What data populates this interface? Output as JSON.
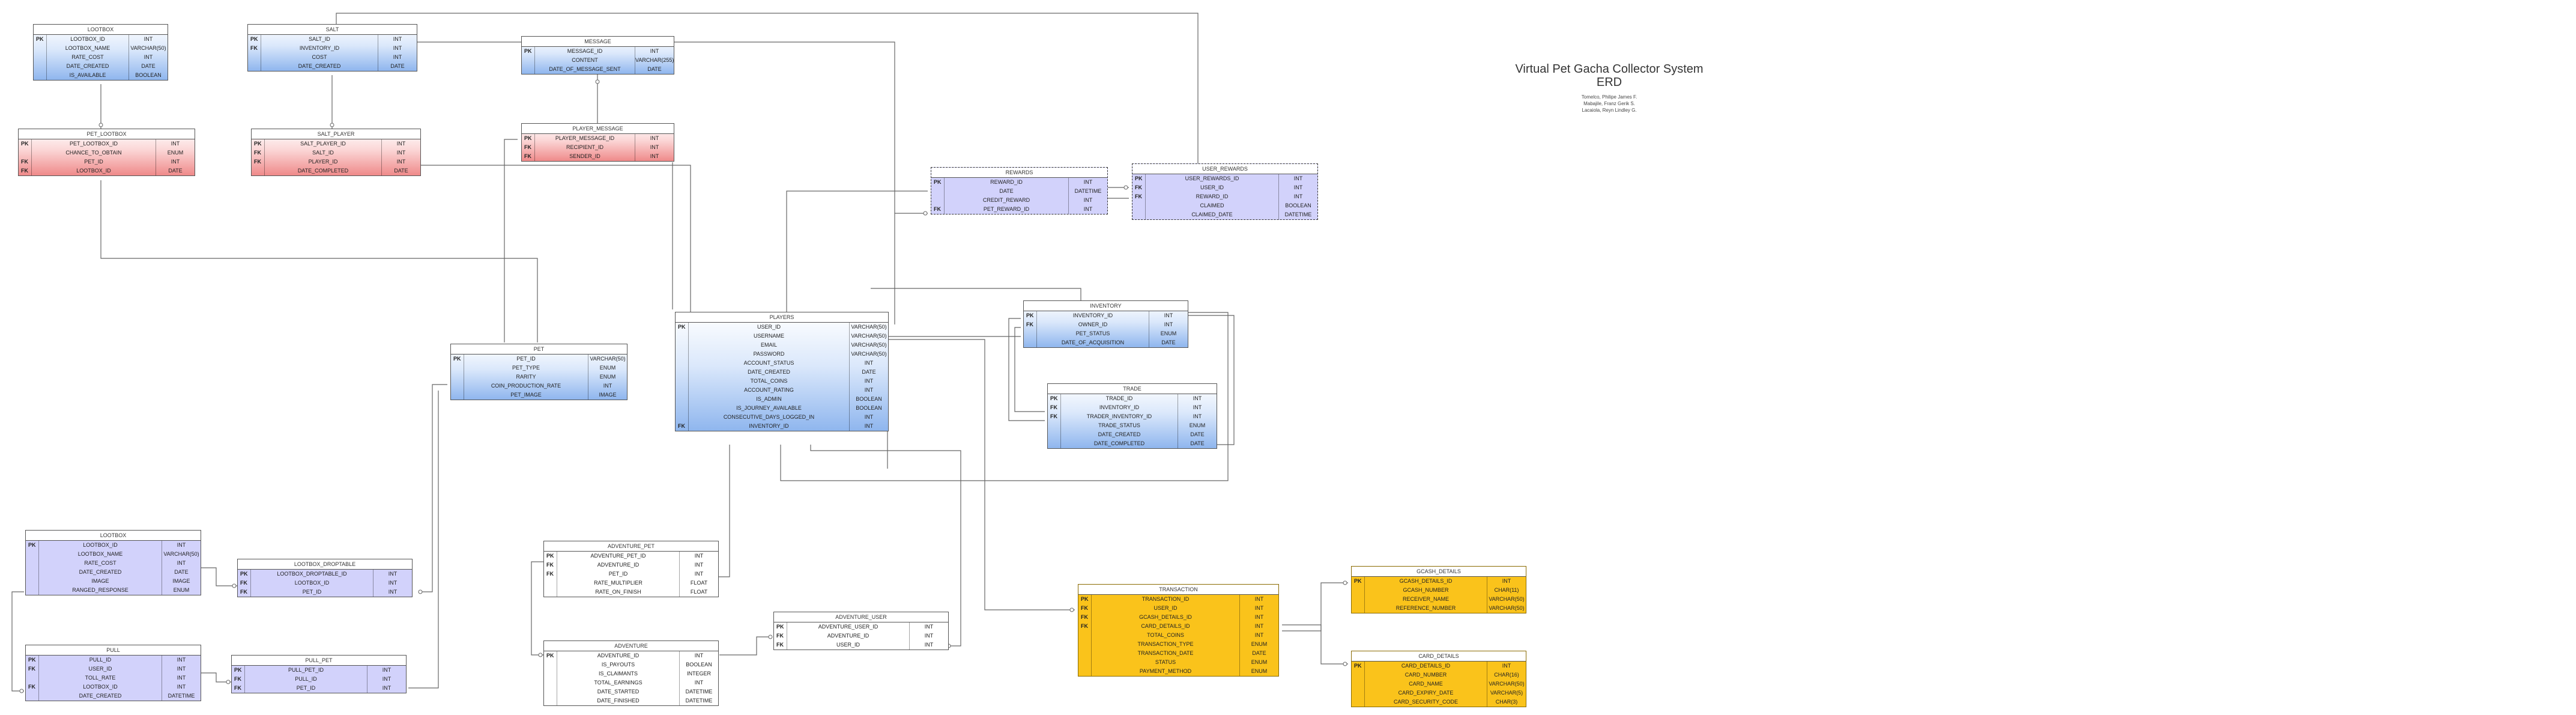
{
  "title": {
    "line1": "Virtual Pet Gacha Collector System",
    "line2": "ERD",
    "submitters": [
      "Tomelco, Philipe James F.",
      "Mabajile, Franz Gerik S.",
      "Lacaiola, Reyn Lindley G."
    ]
  },
  "entities": {
    "lootbox_top": {
      "name": "LOOTBOX",
      "rows": [
        [
          "PK",
          "LOOTBOX_ID",
          "INT"
        ],
        [
          "",
          "LOOTBOX_NAME",
          "VARCHAR(50)"
        ],
        [
          "",
          "RATE_COST",
          "INT"
        ],
        [
          "",
          "DATE_CREATED",
          "DATE"
        ],
        [
          "",
          "IS_AVAILABLE",
          "BOOLEAN"
        ]
      ]
    },
    "salt": {
      "name": "SALT",
      "rows": [
        [
          "PK",
          "SALT_ID",
          "INT"
        ],
        [
          "FK",
          "INVENTORY_ID",
          "INT"
        ],
        [
          "",
          "COST",
          "INT"
        ],
        [
          "",
          "DATE_CREATED",
          "DATE"
        ]
      ]
    },
    "message": {
      "name": "MESSAGE",
      "rows": [
        [
          "PK",
          "MESSAGE_ID",
          "INT"
        ],
        [
          "",
          "CONTENT",
          "VARCHAR(255)"
        ],
        [
          "",
          "DATE_OF_MESSAGE_SENT",
          "DATE"
        ]
      ]
    },
    "pet_lootbox": {
      "name": "PET_LOOTBOX",
      "rows": [
        [
          "PK",
          "PET_LOOTBOX_ID",
          "INT"
        ],
        [
          "",
          "CHANCE_TO_OBTAIN",
          "ENUM"
        ],
        [
          "FK",
          "PET_ID",
          "INT"
        ],
        [
          "FK",
          "LOOTBOX_ID",
          "DATE"
        ]
      ]
    },
    "salt_player": {
      "name": "SALT_PLAYER",
      "rows": [
        [
          "PK",
          "SALT_PLAYER_ID",
          "INT"
        ],
        [
          "FK",
          "SALT_ID",
          "INT"
        ],
        [
          "FK",
          "PLAYER_ID",
          "INT"
        ],
        [
          "",
          "DATE_COMPLETED",
          "DATE"
        ]
      ]
    },
    "player_message": {
      "name": "PLAYER_MESSAGE",
      "rows": [
        [
          "PK",
          "PLAYER_MESSAGE_ID",
          "INT"
        ],
        [
          "FK",
          "RECIPIENT_ID",
          "INT"
        ],
        [
          "FK",
          "SENDER_ID",
          "INT"
        ]
      ]
    },
    "rewards": {
      "name": "REWARDS",
      "rows": [
        [
          "PK",
          "REWARD_ID",
          "INT"
        ],
        [
          "",
          "DATE",
          "DATETIME"
        ],
        [
          "",
          "CREDIT_REWARD",
          "INT"
        ],
        [
          "FK",
          "PET_REWARD_ID",
          "INT"
        ]
      ]
    },
    "user_rewards": {
      "name": "USER_REWARDS",
      "rows": [
        [
          "PK",
          "USER_REWARDS_ID",
          "INT"
        ],
        [
          "FK",
          "USER_ID",
          "INT"
        ],
        [
          "FK",
          "REWARD_ID",
          "INT"
        ],
        [
          "",
          "CLAIMED",
          "BOOLEAN"
        ],
        [
          "",
          "CLAIMED_DATE",
          "DATETIME"
        ]
      ]
    },
    "inventory": {
      "name": "INVENTORY",
      "rows": [
        [
          "PK",
          "INVENTORY_ID",
          "INT"
        ],
        [
          "FK",
          "OWNER_ID",
          "INT"
        ],
        [
          "",
          "PET_STATUS",
          "ENUM"
        ],
        [
          "",
          "DATE_OF_ACQUISITION",
          "DATE"
        ]
      ]
    },
    "trade": {
      "name": "TRADE",
      "rows": [
        [
          "PK",
          "TRADE_ID",
          "INT"
        ],
        [
          "FK",
          "INVENTORY_ID",
          "INT"
        ],
        [
          "FK",
          "TRADER_INVENTORY_ID",
          "INT"
        ],
        [
          "",
          "TRADE_STATUS",
          "ENUM"
        ],
        [
          "",
          "DATE_CREATED",
          "DATE"
        ],
        [
          "",
          "DATE_COMPLETED",
          "DATE"
        ]
      ]
    },
    "pet": {
      "name": "PET",
      "rows": [
        [
          "PK",
          "PET_ID",
          "VARCHAR(50)"
        ],
        [
          "",
          "PET_TYPE",
          "ENUM"
        ],
        [
          "",
          "RARITY",
          "ENUM"
        ],
        [
          "",
          "COIN_PRODUCTION_RATE",
          "INT"
        ],
        [
          "",
          "PET_IMAGE",
          "IMAGE"
        ]
      ]
    },
    "players": {
      "name": "PLAYERS",
      "rows": [
        [
          "PK",
          "USER_ID",
          "VARCHAR(50)"
        ],
        [
          "",
          "USERNAME",
          "VARCHAR(50)"
        ],
        [
          "",
          "EMAIL",
          "VARCHAR(50)"
        ],
        [
          "",
          "PASSWORD",
          "VARCHAR(50)"
        ],
        [
          "",
          "ACCOUNT_STATUS",
          "INT"
        ],
        [
          "",
          "DATE_CREATED",
          "DATE"
        ],
        [
          "",
          "TOTAL_COINS",
          "INT"
        ],
        [
          "",
          "ACCOUNT_RATING",
          "INT"
        ],
        [
          "",
          "IS_ADMIN",
          "BOOLEAN"
        ],
        [
          "",
          "IS_JOURNEY_AVAILABLE",
          "BOOLEAN"
        ],
        [
          "",
          "CONSECUTIVE_DAYS_LOGGED_IN",
          "INT"
        ],
        [
          "FK",
          "INVENTORY_ID",
          "INT"
        ]
      ]
    },
    "lootbox_low": {
      "name": "LOOTBOX",
      "rows": [
        [
          "PK",
          "LOOTBOX_ID",
          "INT"
        ],
        [
          "",
          "LOOTBOX_NAME",
          "VARCHAR(50)"
        ],
        [
          "",
          "RATE_COST",
          "INT"
        ],
        [
          "",
          "DATE_CREATED",
          "DATE"
        ],
        [
          "",
          "IMAGE",
          "IMAGE"
        ],
        [
          "",
          "RANGED_RESPONSE",
          "ENUM"
        ]
      ]
    },
    "lootbox_droptable": {
      "name": "LOOTBOX_DROPTABLE",
      "rows": [
        [
          "PK",
          "LOOTBOX_DROPTABLE_ID",
          "INT"
        ],
        [
          "FK",
          "LOOTBOX_ID",
          "INT"
        ],
        [
          "FK",
          "PET_ID",
          "INT"
        ]
      ]
    },
    "adventure_pet": {
      "name": "ADVENTURE_PET",
      "rows": [
        [
          "PK",
          "ADVENTURE_PET_ID",
          "INT"
        ],
        [
          "FK",
          "ADVENTURE_ID",
          "INT"
        ],
        [
          "FK",
          "PET_ID",
          "INT"
        ],
        [
          "",
          "RATE_MULTIPLIER",
          "FLOAT"
        ],
        [
          "",
          "RATE_ON_FINISH",
          "FLOAT"
        ]
      ]
    },
    "adventure_user": {
      "name": "ADVENTURE_USER",
      "rows": [
        [
          "PK",
          "ADVENTURE_USER_ID",
          "INT"
        ],
        [
          "FK",
          "ADVENTURE_ID",
          "INT"
        ],
        [
          "FK",
          "USER_ID",
          "INT"
        ]
      ]
    },
    "pull": {
      "name": "PULL",
      "rows": [
        [
          "PK",
          "PULL_ID",
          "INT"
        ],
        [
          "FK",
          "USER_ID",
          "INT"
        ],
        [
          "",
          "TOLL_RATE",
          "INT"
        ],
        [
          "FK",
          "LOOTBOX_ID",
          "INT"
        ],
        [
          "",
          "DATE_CREATED",
          "DATETIME"
        ]
      ]
    },
    "pull_pet": {
      "name": "PULL_PET",
      "rows": [
        [
          "PK",
          "PULL_PET_ID",
          "INT"
        ],
        [
          "FK",
          "PULL_ID",
          "INT"
        ],
        [
          "FK",
          "PET_ID",
          "INT"
        ]
      ]
    },
    "adventure": {
      "name": "ADVENTURE",
      "rows": [
        [
          "PK",
          "ADVENTURE_ID",
          "INT"
        ],
        [
          "",
          "IS_PAYOUTS",
          "BOOLEAN"
        ],
        [
          "",
          "IS_CLAIMANTS",
          "INTEGER"
        ],
        [
          "",
          "TOTAL_EARNINGS",
          "INT"
        ],
        [
          "",
          "DATE_STARTED",
          "DATETIME"
        ],
        [
          "",
          "DATE_FINISHED",
          "DATETIME"
        ]
      ]
    },
    "transaction": {
      "name": "TRANSACTION",
      "rows": [
        [
          "PK",
          "TRANSACTION_ID",
          "INT"
        ],
        [
          "FK",
          "USER_ID",
          "INT"
        ],
        [
          "FK",
          "GCASH_DETAILS_ID",
          "INT"
        ],
        [
          "FK",
          "CARD_DETAILS_ID",
          "INT"
        ],
        [
          "",
          "TOTAL_COINS",
          "INT"
        ],
        [
          "",
          "TRANSACTION_TYPE",
          "ENUM"
        ],
        [
          "",
          "TRANSACTION_DATE",
          "DATE"
        ],
        [
          "",
          "STATUS",
          "ENUM"
        ],
        [
          "",
          "PAYMENT_METHOD",
          "ENUM"
        ]
      ]
    },
    "gcash_details": {
      "name": "GCASH_DETAILS",
      "rows": [
        [
          "PK",
          "GCASH_DETAILS_ID",
          "INT"
        ],
        [
          "",
          "GCASH_NUMBER",
          "CHAR(11)"
        ],
        [
          "",
          "RECEIVER_NAME",
          "VARCHAR(50)"
        ],
        [
          "",
          "REFERENCE_NUMBER",
          "VARCHAR(50)"
        ]
      ]
    },
    "card_details": {
      "name": "CARD_DETAILS",
      "rows": [
        [
          "PK",
          "CARD_DETAILS_ID",
          "INT"
        ],
        [
          "",
          "CARD_NUMBER",
          "CHAR(16)"
        ],
        [
          "",
          "CARD_NAME",
          "VARCHAR(50)"
        ],
        [
          "",
          "CARD_EXPIRY_DATE",
          "VARCHAR(5)"
        ],
        [
          "",
          "CARD_SECURITY_CODE",
          "CHAR(3)"
        ]
      ]
    }
  }
}
